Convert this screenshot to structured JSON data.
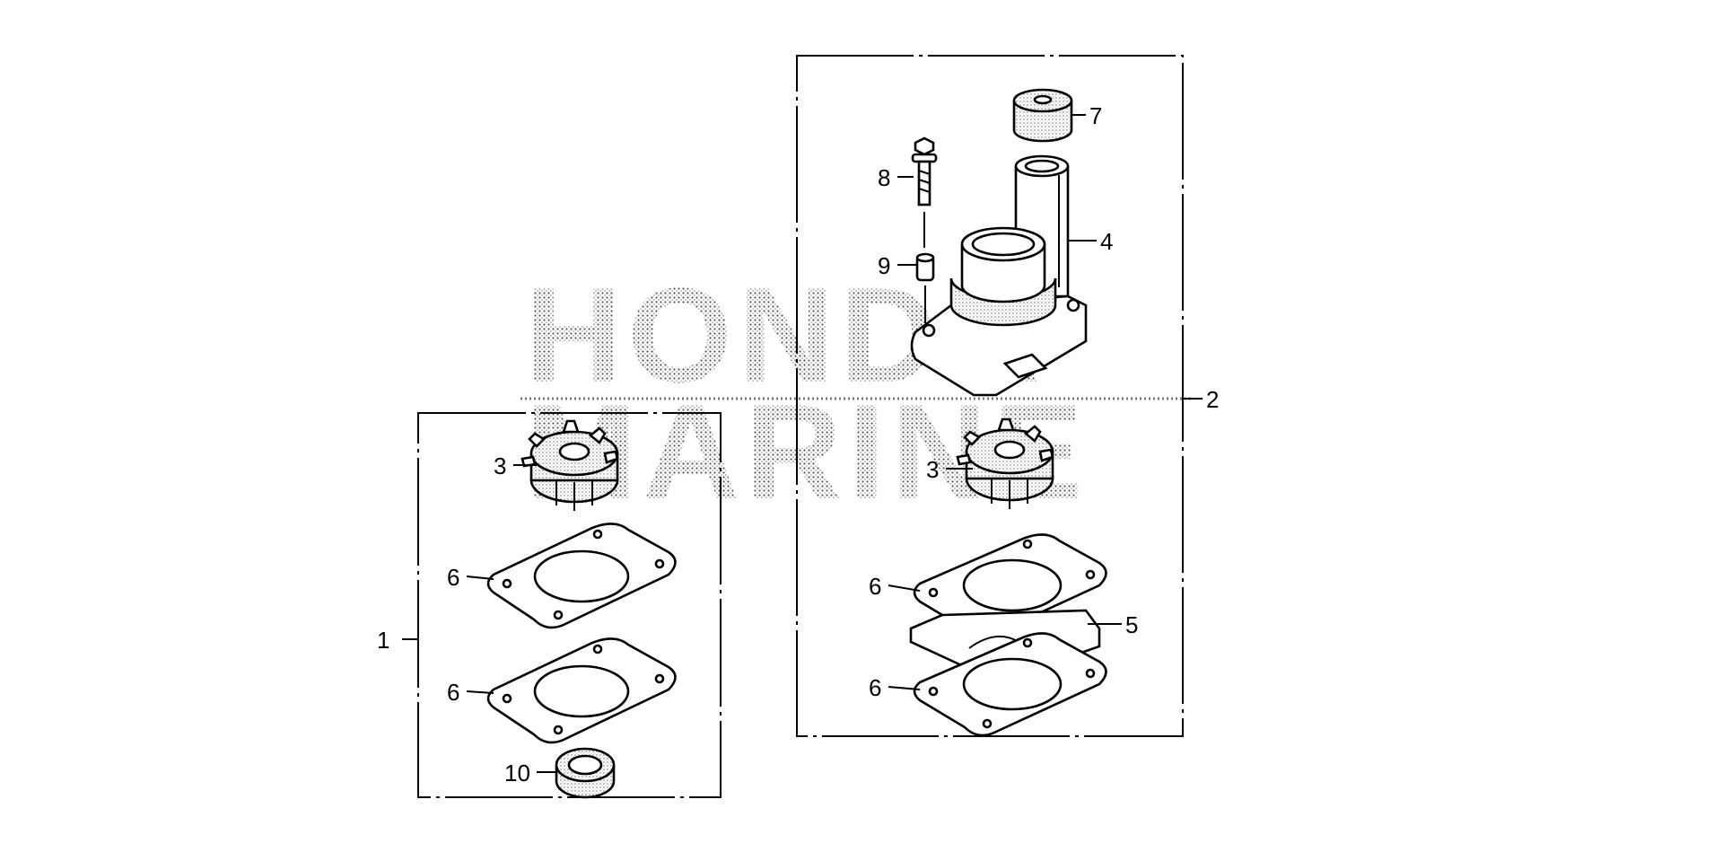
{
  "diagram": {
    "watermark": {
      "line1": "HONDA",
      "line2": "MARINE"
    },
    "group_labels": {
      "kit_left": "1",
      "kit_right": "2"
    },
    "part_labels": {
      "impeller_left": "3",
      "impeller_right": "3",
      "water_pump_housing": "4",
      "plate_right": "5",
      "gasket_left_upper": "6",
      "gasket_left_lower": "6",
      "gasket_right_upper": "6",
      "gasket_right_lower": "6",
      "grommet": "7",
      "bolt": "8",
      "dowel_pin": "9",
      "seal": "10"
    }
  }
}
